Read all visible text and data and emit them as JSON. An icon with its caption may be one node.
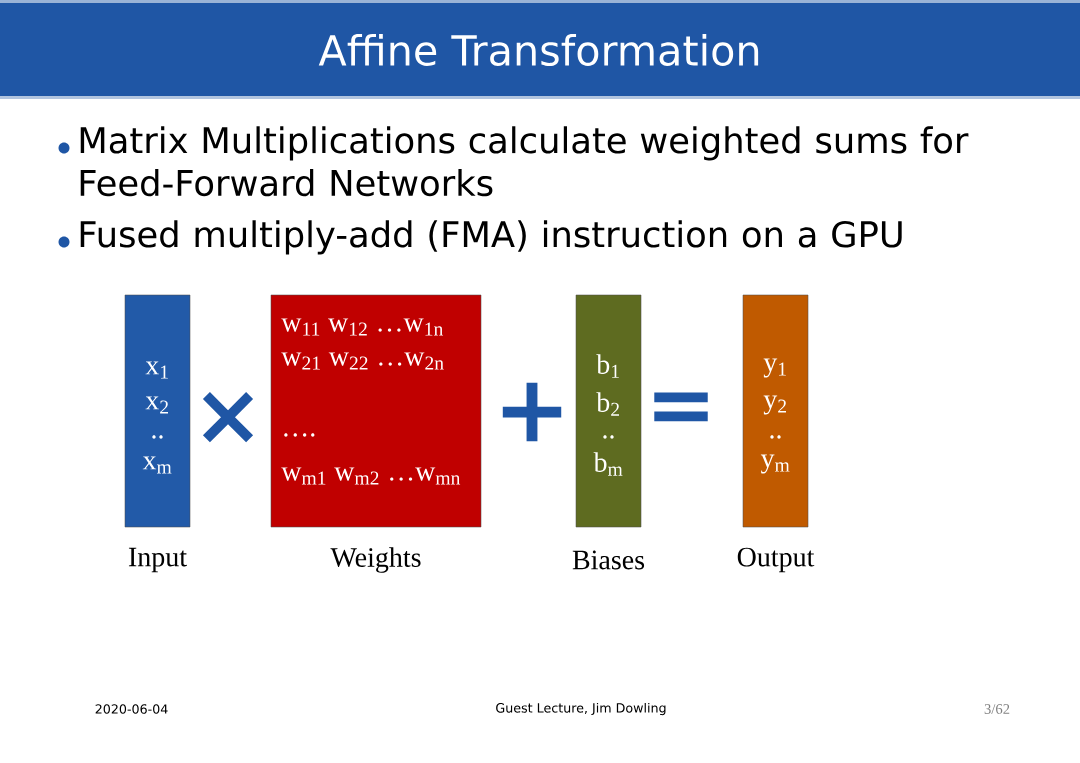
{
  "diagram": {
    "title": "Affine Transformation",
    "nodes": [
      {
        "text": [
          "x$_{1}$",
          "x$_{2}$",
          "..",
          "x$_{m}$"
        ],
        "beside": [
          "Input"
        ]
      },
      {
        "text": [
          "w$_{11}$ w$_{12}$ …w$_{1n}$",
          "w$_{21}$ w$_{22}$ …w$_{2n}$",
          "….",
          "w$_{m1}$ w$_{m2}$ …w$_{mn}$"
        ],
        "beside": [
          "Weights"
        ]
      },
      {
        "text": [
          "b$_{1}$",
          "b$_{2}$",
          "..",
          "b$_{m}$"
        ],
        "beside": [
          "Biases"
        ]
      },
      {
        "text": [
          "y$_{1}$",
          "y$_{2}$",
          "..",
          "y$_{m}$"
        ],
        "beside": [
          "Output"
        ]
      }
    ],
    "labels": [
      "Matrix Multiplications calculate weighted sums for Feed-Forward Networks",
      "Fused multiply-add (FMA) instruction on a GPU",
      "×",
      "+",
      "=",
      "2020-06-04",
      "Guest Lecture, Jim Dowling",
      "3/62"
    ]
  }
}
